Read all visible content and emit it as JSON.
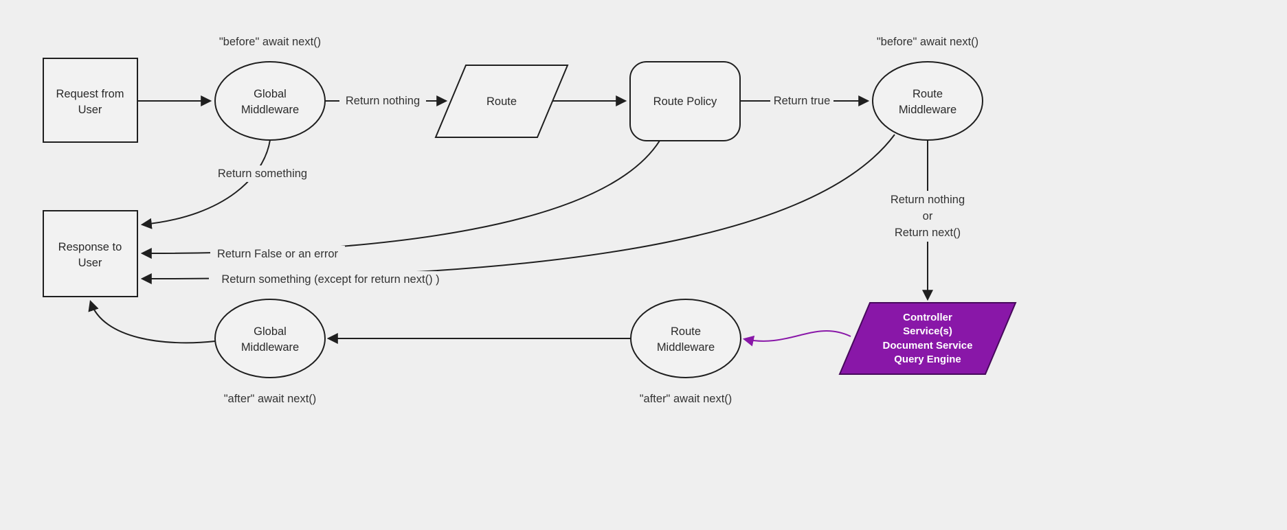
{
  "theme": {
    "bg": "#efefef",
    "node-fill": "#f2f2f2",
    "stroke": "#1f1f1f",
    "text": "#2a2a2a",
    "label-text": "#333333",
    "purple": "#8917a8",
    "purple-dark": "#47095c"
  },
  "diagram": {
    "nodes": {
      "request_from_user": {
        "lines": [
          "Request from",
          "User"
        ]
      },
      "global_middleware_top": {
        "lines": [
          "Global",
          "Middleware"
        ]
      },
      "route": {
        "label": "Route"
      },
      "route_policy": {
        "label": "Route Policy"
      },
      "route_middleware_top": {
        "lines": [
          "Route",
          "Middleware"
        ]
      },
      "response_to_user": {
        "lines": [
          "Response to",
          "User"
        ]
      },
      "controller_services": {
        "lines": [
          "Controller",
          "Service(s)",
          "Document Service",
          "Query Engine"
        ]
      },
      "route_middleware_bottom": {
        "lines": [
          "Route",
          "Middleware"
        ]
      },
      "global_middleware_bottom": {
        "lines": [
          "Global",
          "Middleware"
        ]
      }
    },
    "labels": {
      "before_await_next_global": "\"before\" await next()",
      "before_await_next_route": "\"before\" await next()",
      "after_await_next_global": "\"after\" await next()",
      "after_await_next_route": "\"after\" await next()",
      "return_nothing": "Return nothing",
      "return_true": "Return true",
      "return_something": "Return something",
      "return_false_or_error": "Return False or an error",
      "return_something_except": "Return something (except for return next() )",
      "return_nothing_or": {
        "lines": [
          "Return nothing",
          "or",
          "Return next()"
        ]
      }
    }
  }
}
